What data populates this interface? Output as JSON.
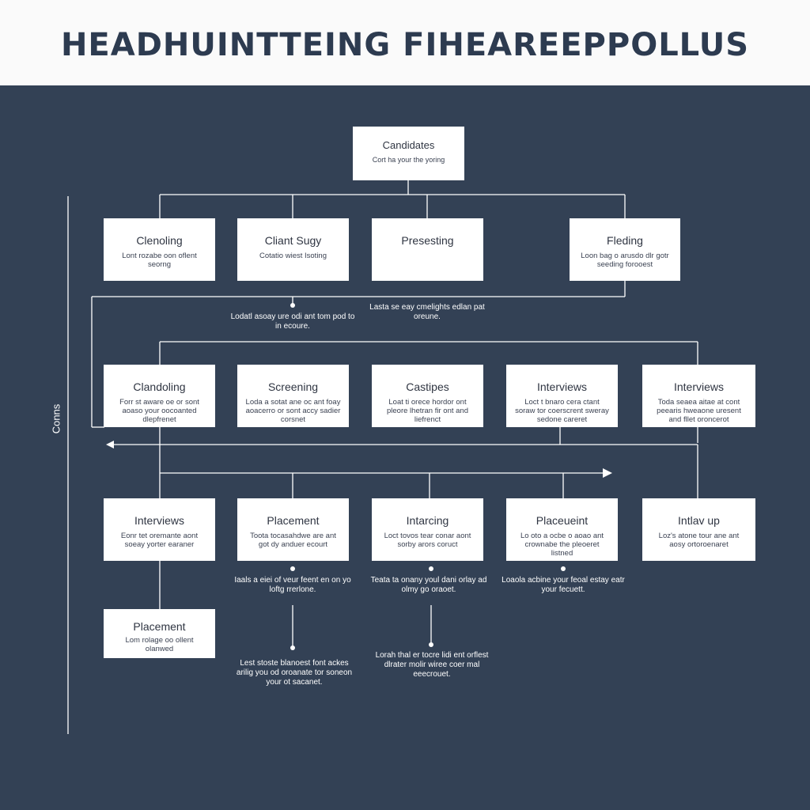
{
  "title": "HEADHUINTTEING FIHEAREEPPOLLUS",
  "side_label": "Conns",
  "top": {
    "title": "Candidates",
    "desc": "Cort ha your the yoring"
  },
  "row1": [
    {
      "title": "Clenoling",
      "desc": "Lont rozabe oon oflent seorng"
    },
    {
      "title": "Cliant Sugy",
      "desc": "Cotatio wiest Isoting"
    },
    {
      "title": "Presesting",
      "desc": ""
    },
    {
      "title": "Fleding",
      "desc": "Loon bag o arusdo dlr gotr seeding forooest"
    }
  ],
  "notes_a": [
    "Lodatl asoay ure odi ant tom pod to in ecoure.",
    "Lasta se eay cmelights edlan pat oreune."
  ],
  "row2": [
    {
      "title": "Clandoling",
      "desc": "Forr st aware oe or sont aoaso your oocoanted dlepfrenet"
    },
    {
      "title": "Screening",
      "desc": "Loda a sotat ane oc ant foay aoacerro or sont accy sadier corsnet"
    },
    {
      "title": "Castipes",
      "desc": "Loat ti orece hordor ont pleore lhetran fir ont and liefrenct"
    },
    {
      "title": "Interviews",
      "desc": "Loct t bnaro cera ctant soraw tor coerscrent sweray sedone careret"
    },
    {
      "title": "Interviews",
      "desc": "Toda seaea aitae at cont peearis hweaone uresent and fllet oroncerot"
    }
  ],
  "row3": [
    {
      "title": "Interviews",
      "desc": "Eonr tet oremante aont soeay yorter earaner"
    },
    {
      "title": "Placement",
      "desc": "Toota tocasahdwe are ant got dy anduer ecourt"
    },
    {
      "title": "Intarcing",
      "desc": "Loct tovos tear conar aont sorby arors coruct"
    },
    {
      "title": "Placeueint",
      "desc": "Lo oto a ocbe o aoao ant crownabe the pleoeret listned"
    },
    {
      "title": "Intlav up",
      "desc": "Loz's atone tour ane ant aosy ortoroenaret"
    }
  ],
  "notes_b": [
    "Iaals a eiei of veur feent en on yo loftg rrerlone.",
    "Teata ta onany youl dani orlay ad olmy go oraoet.",
    "Loaola acbine your feoal estay eatr your fecuett."
  ],
  "bottom": {
    "title": "Placement",
    "desc": "Lom rolage oo ollent olanwed"
  },
  "notes_c": [
    "Lest stoste blanoest font ackes arilig you od oroanate tor soneon your ot sacanet.",
    "Lorah thal er tocre lidi ent orflest dlrater molir wiree coer mal eeecrouet."
  ]
}
